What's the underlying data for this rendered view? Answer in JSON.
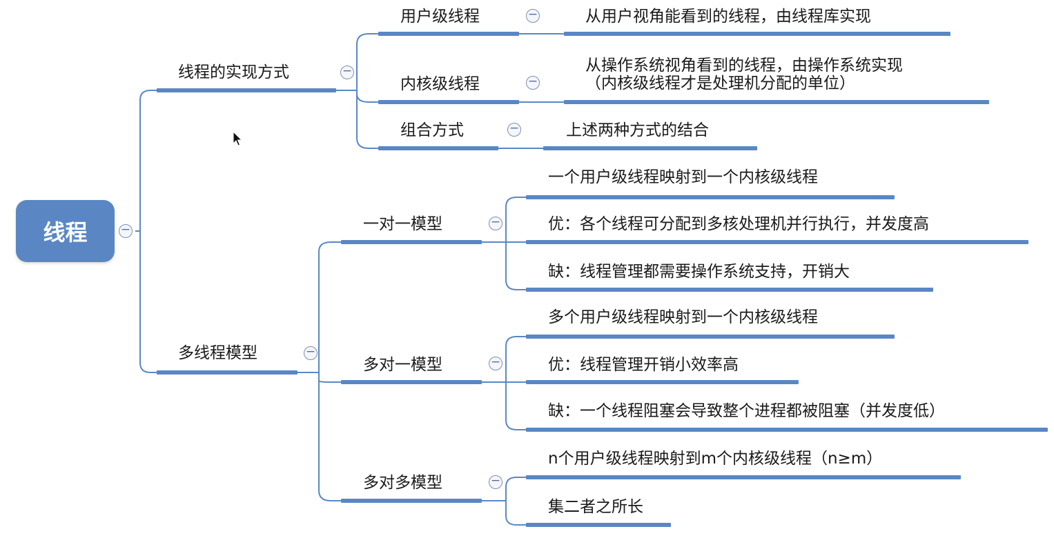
{
  "root": {
    "label": "线程"
  },
  "branches": [
    {
      "label": "线程的实现方式",
      "children": [
        {
          "label": "用户级线程",
          "details": [
            "从用户视角能看到的线程，由线程库实现"
          ]
        },
        {
          "label": "内核级线程",
          "details": [
            "从操作系统视角看到的线程，由操作系统实现\n（内核级线程才是处理机分配的单位）"
          ]
        },
        {
          "label": "组合方式",
          "details": [
            "上述两种方式的结合"
          ]
        }
      ]
    },
    {
      "label": "多线程模型",
      "children": [
        {
          "label": "一对一模型",
          "details": [
            "一个用户级线程映射到一个内核级线程",
            "优：各个线程可分配到多核处理机并行执行，并发度高",
            "缺：线程管理都需要操作系统支持，开销大"
          ]
        },
        {
          "label": "多对一模型",
          "details": [
            "多个用户级线程映射到一个内核级线程",
            "优：线程管理开销小效率高",
            "缺：一个线程阻塞会导致整个进程都被阻塞（并发度低）"
          ]
        },
        {
          "label": "多对多模型",
          "details": [
            "n个用户级线程映射到m个内核级线程（n≥m）",
            "集二者之所长"
          ]
        }
      ]
    }
  ],
  "toggle_symbol": "−",
  "colors": {
    "accent": "#5a87c4",
    "root_text": "#ffffff",
    "connector": "#5a87c4"
  },
  "icons": {
    "toggle": "collapse-minus-icon",
    "cursor": "mouse-pointer-icon"
  }
}
